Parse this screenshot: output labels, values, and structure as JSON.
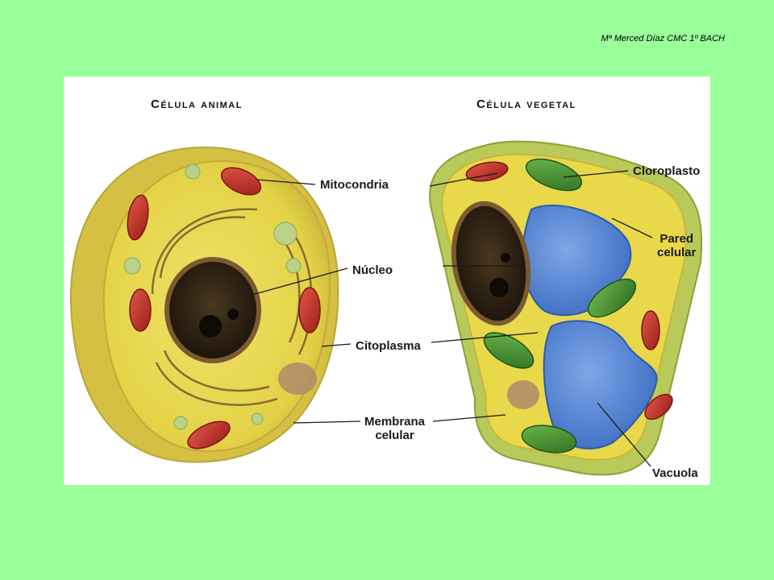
{
  "credit": "Mª Merced Díaz CMC 1º BACH",
  "titles": {
    "animal": "Célula animal",
    "vegetal": "Célula vegetal"
  },
  "labels": {
    "mitocondria": "Mitocondria",
    "nucleo": "Núcleo",
    "citoplasma": "Citoplasma",
    "membrana_l1": "Membrana",
    "membrana_l2": "celular",
    "cloroplasto": "Cloroplasto",
    "pared_l1": "Pared",
    "pared_l2": "celular",
    "vacuola": "Vacuola"
  },
  "colors": {
    "background": "#99ff99",
    "cytoplasm": "#e8d84a",
    "nucleus": "#3a2a18",
    "mitochondria": "#c8322a",
    "chloroplast": "#3f8a2e",
    "vacuole": "#4d7fd0",
    "cell_wall": "#b9c95a"
  }
}
